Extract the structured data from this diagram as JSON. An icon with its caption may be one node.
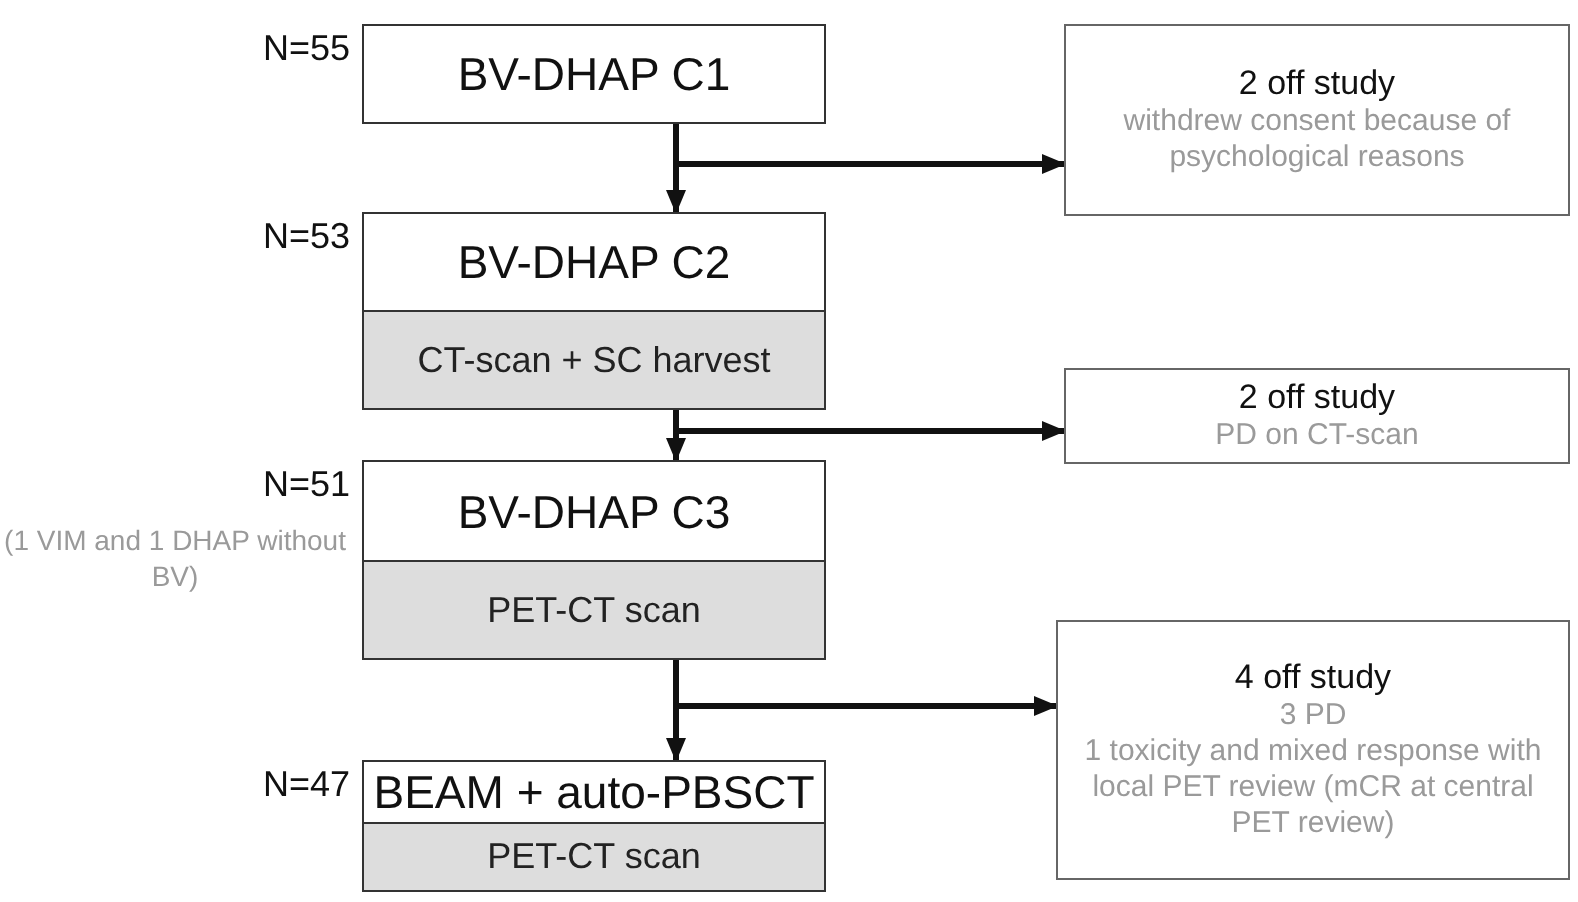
{
  "diagram": {
    "nodes": [
      {
        "text": [
          "BV-DHAP C1"
        ],
        "beside": [
          "N=55"
        ]
      },
      {
        "text": [
          "2 off study",
          "withdrew consent because of psychological reasons"
        ]
      },
      {
        "text": [
          "BV-DHAP C2"
        ],
        "beside": [
          "N=53"
        ]
      },
      {
        "text": [
          "CT-scan + SC harvest"
        ],
        "in": 2
      },
      {
        "text": [
          "2 off study",
          "PD on CT-scan"
        ]
      },
      {
        "text": [
          "BV-DHAP C3"
        ],
        "beside": [
          "N=51",
          "(1 VIM and 1 DHAP without BV)"
        ]
      },
      {
        "text": [
          "PET-CT scan"
        ],
        "in": 5
      },
      {
        "text": [
          "4 off study",
          "3 PD",
          "1 toxicity and mixed response with local PET review (mCR at central PET review)"
        ]
      },
      {
        "text": [
          "BEAM + auto-PBSCT"
        ],
        "beside": [
          "N=47"
        ]
      },
      {
        "text": [
          "PET-CT scan"
        ],
        "in": 8
      }
    ],
    "edges": [
      {
        "from": 0,
        "to": 2,
        "arrow": "to"
      },
      {
        "from": 0,
        "to": 1,
        "arrow": "to"
      },
      {
        "from": 2,
        "to": 5,
        "arrow": "to"
      },
      {
        "from": 2,
        "to": 4,
        "arrow": "to"
      },
      {
        "from": 5,
        "to": 8,
        "arrow": "to"
      },
      {
        "from": 5,
        "to": 7,
        "arrow": "to"
      }
    ]
  }
}
